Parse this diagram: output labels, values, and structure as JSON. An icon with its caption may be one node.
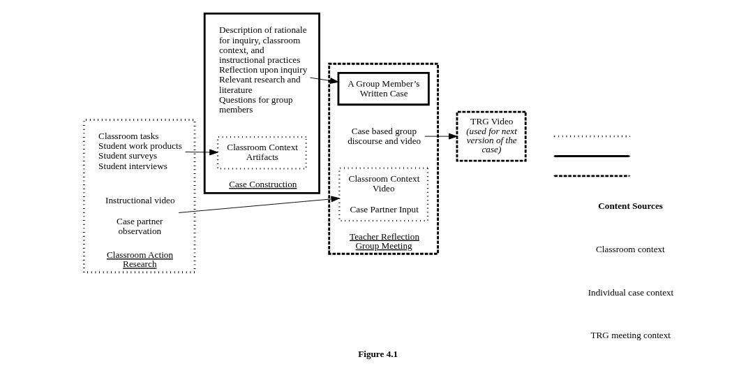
{
  "diagram": {
    "caption": "Figure 4.1",
    "nodes": [
      {
        "text": [
          "Classroom Action Research"
        ]
      },
      {
        "text": [
          "Classroom tasks",
          "Student work products",
          "Student surveys",
          "Student interviews"
        ],
        "in": 0
      },
      {
        "text": [
          "Instructional video",
          "Case partner observation"
        ],
        "in": 0
      },
      {
        "text": [
          "Case Construction"
        ]
      },
      {
        "text": [
          "Description of rationale for inquiry, classroom context, and instructional practices",
          "Reflection upon inquiry",
          "Relevant research and literature",
          "Questions for group members"
        ],
        "in": 3
      },
      {
        "text": [
          "Classroom Context Artifacts"
        ],
        "in": 3
      },
      {
        "text": [
          "Teacher Reflection Group Meeting"
        ]
      },
      {
        "text": [
          "A Group Member’s Written Case"
        ],
        "in": 6
      },
      {
        "text": [
          "Case based group discourse and video"
        ],
        "in": 6
      },
      {
        "text": [
          "Classroom Context Video",
          "Case Partner Input"
        ],
        "in": 6
      },
      {
        "text": [
          "TRG Video",
          "(used for next version of the case)"
        ]
      }
    ],
    "edges": [
      {
        "from": 1,
        "to": 5,
        "arrow": "to"
      },
      {
        "from": 4,
        "to": 7,
        "arrow": "to"
      },
      {
        "from": 8,
        "to": 10,
        "arrow": "to"
      },
      {
        "from": 2,
        "to": 9,
        "arrow": "to"
      }
    ],
    "labels": [
      "Content Sources"
    ],
    "legend": [
      {
        "text": "Classroom context"
      },
      {
        "text": "Individual case context"
      },
      {
        "text": "TRG meeting context"
      }
    ]
  }
}
